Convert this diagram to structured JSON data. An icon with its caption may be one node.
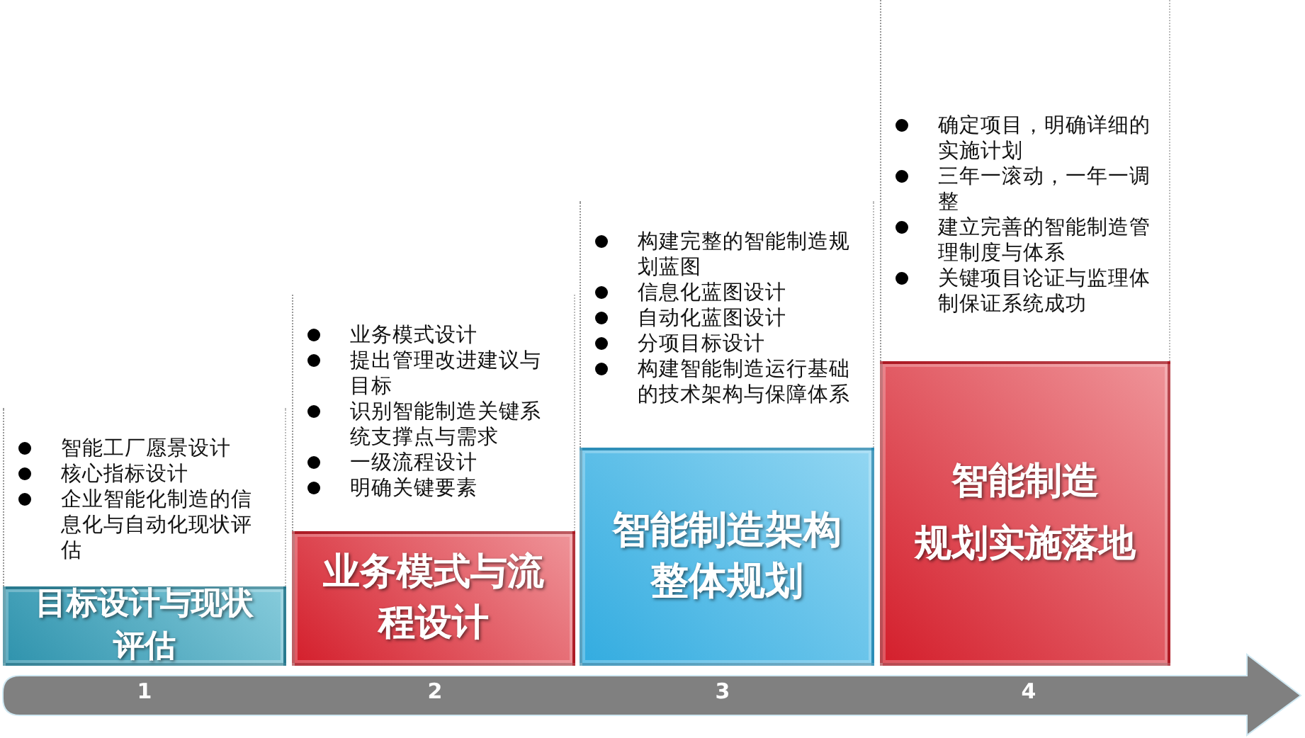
{
  "diagram": {
    "nodes": [
      {
        "text": [
          "目标设计与现状评估"
        ],
        "beside": [
          "智能工厂愿景设计",
          "核心指标设计",
          "企业智能化制造的信息化与自动化现状评估"
        ]
      },
      {
        "text": [
          "业务模式与流程设计"
        ],
        "beside": [
          "业务模式设计",
          "提出管理改进建议与目标",
          "识别智能制造关键系统支撑点与需求",
          "一级流程设计",
          "明确关键要素"
        ]
      },
      {
        "text": [
          "智能制造架构整体规划"
        ],
        "beside": [
          "构建完整的智能制造规划蓝图",
          "信息化蓝图设计",
          "自动化蓝图设计",
          "分项目标设计",
          "构建智能制造运行基础的技术架构与保障体系"
        ]
      },
      {
        "text": [
          "智能制造",
          "规划实施落地"
        ],
        "beside": [
          "确定项目，明确详细的实施计划",
          "三年一滚动，一年一调整",
          "建立完善的智能制造管理制度与体系",
          "关键项目论证与监理体制保证系统成功"
        ]
      }
    ],
    "edges": [],
    "labels": [
      "1",
      "2",
      "3",
      "4"
    ]
  }
}
